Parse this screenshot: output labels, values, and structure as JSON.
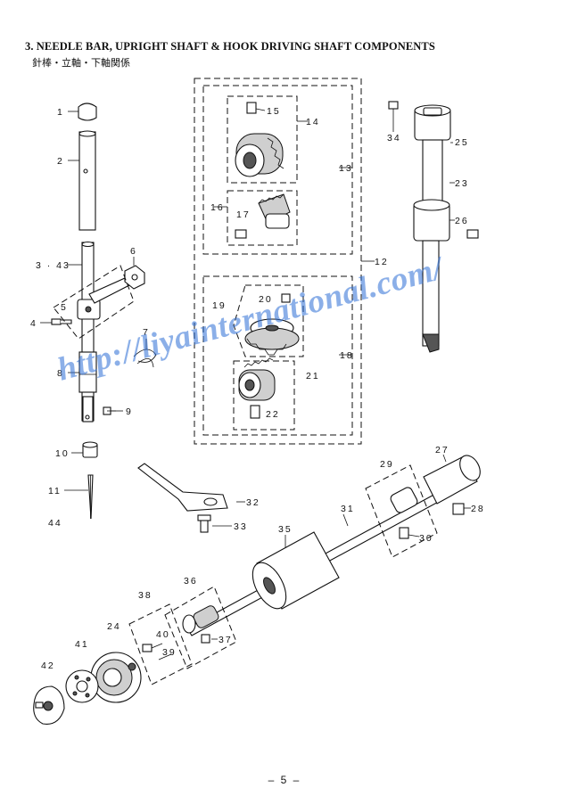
{
  "title": "3. NEEDLE BAR, UPRIGHT SHAFT & HOOK DRIVING SHAFT COMPONENTS",
  "subtitle": "針棒・立軸・下軸関係",
  "page_number": "– 5 –",
  "watermark": "http://liyainternational.com/",
  "parts": {
    "p1": "1",
    "p2": "2",
    "p3_43": "3 · 43",
    "p4": "4",
    "p5": "5",
    "p6": "6",
    "p7": "7",
    "p8": "8",
    "p9": "9",
    "p10": "10",
    "p11": "11",
    "p44": "44",
    "p12": "12",
    "p13": "13",
    "p14": "14",
    "p15": "15",
    "p16": "16",
    "p17": "17",
    "p18": "18",
    "p19": "19",
    "p20": "20",
    "p21": "21",
    "p22": "22",
    "p23": "23",
    "p25": "25",
    "p26": "26",
    "p34": "34",
    "p27": "27",
    "p28": "28",
    "p29": "29",
    "p30": "30",
    "p31": "31",
    "p32": "32",
    "p33": "33",
    "p35": "35",
    "p36": "36",
    "p37": "37",
    "p38": "38",
    "p39": "39",
    "p40": "40",
    "p24": "24",
    "p41": "41",
    "p42": "42"
  }
}
